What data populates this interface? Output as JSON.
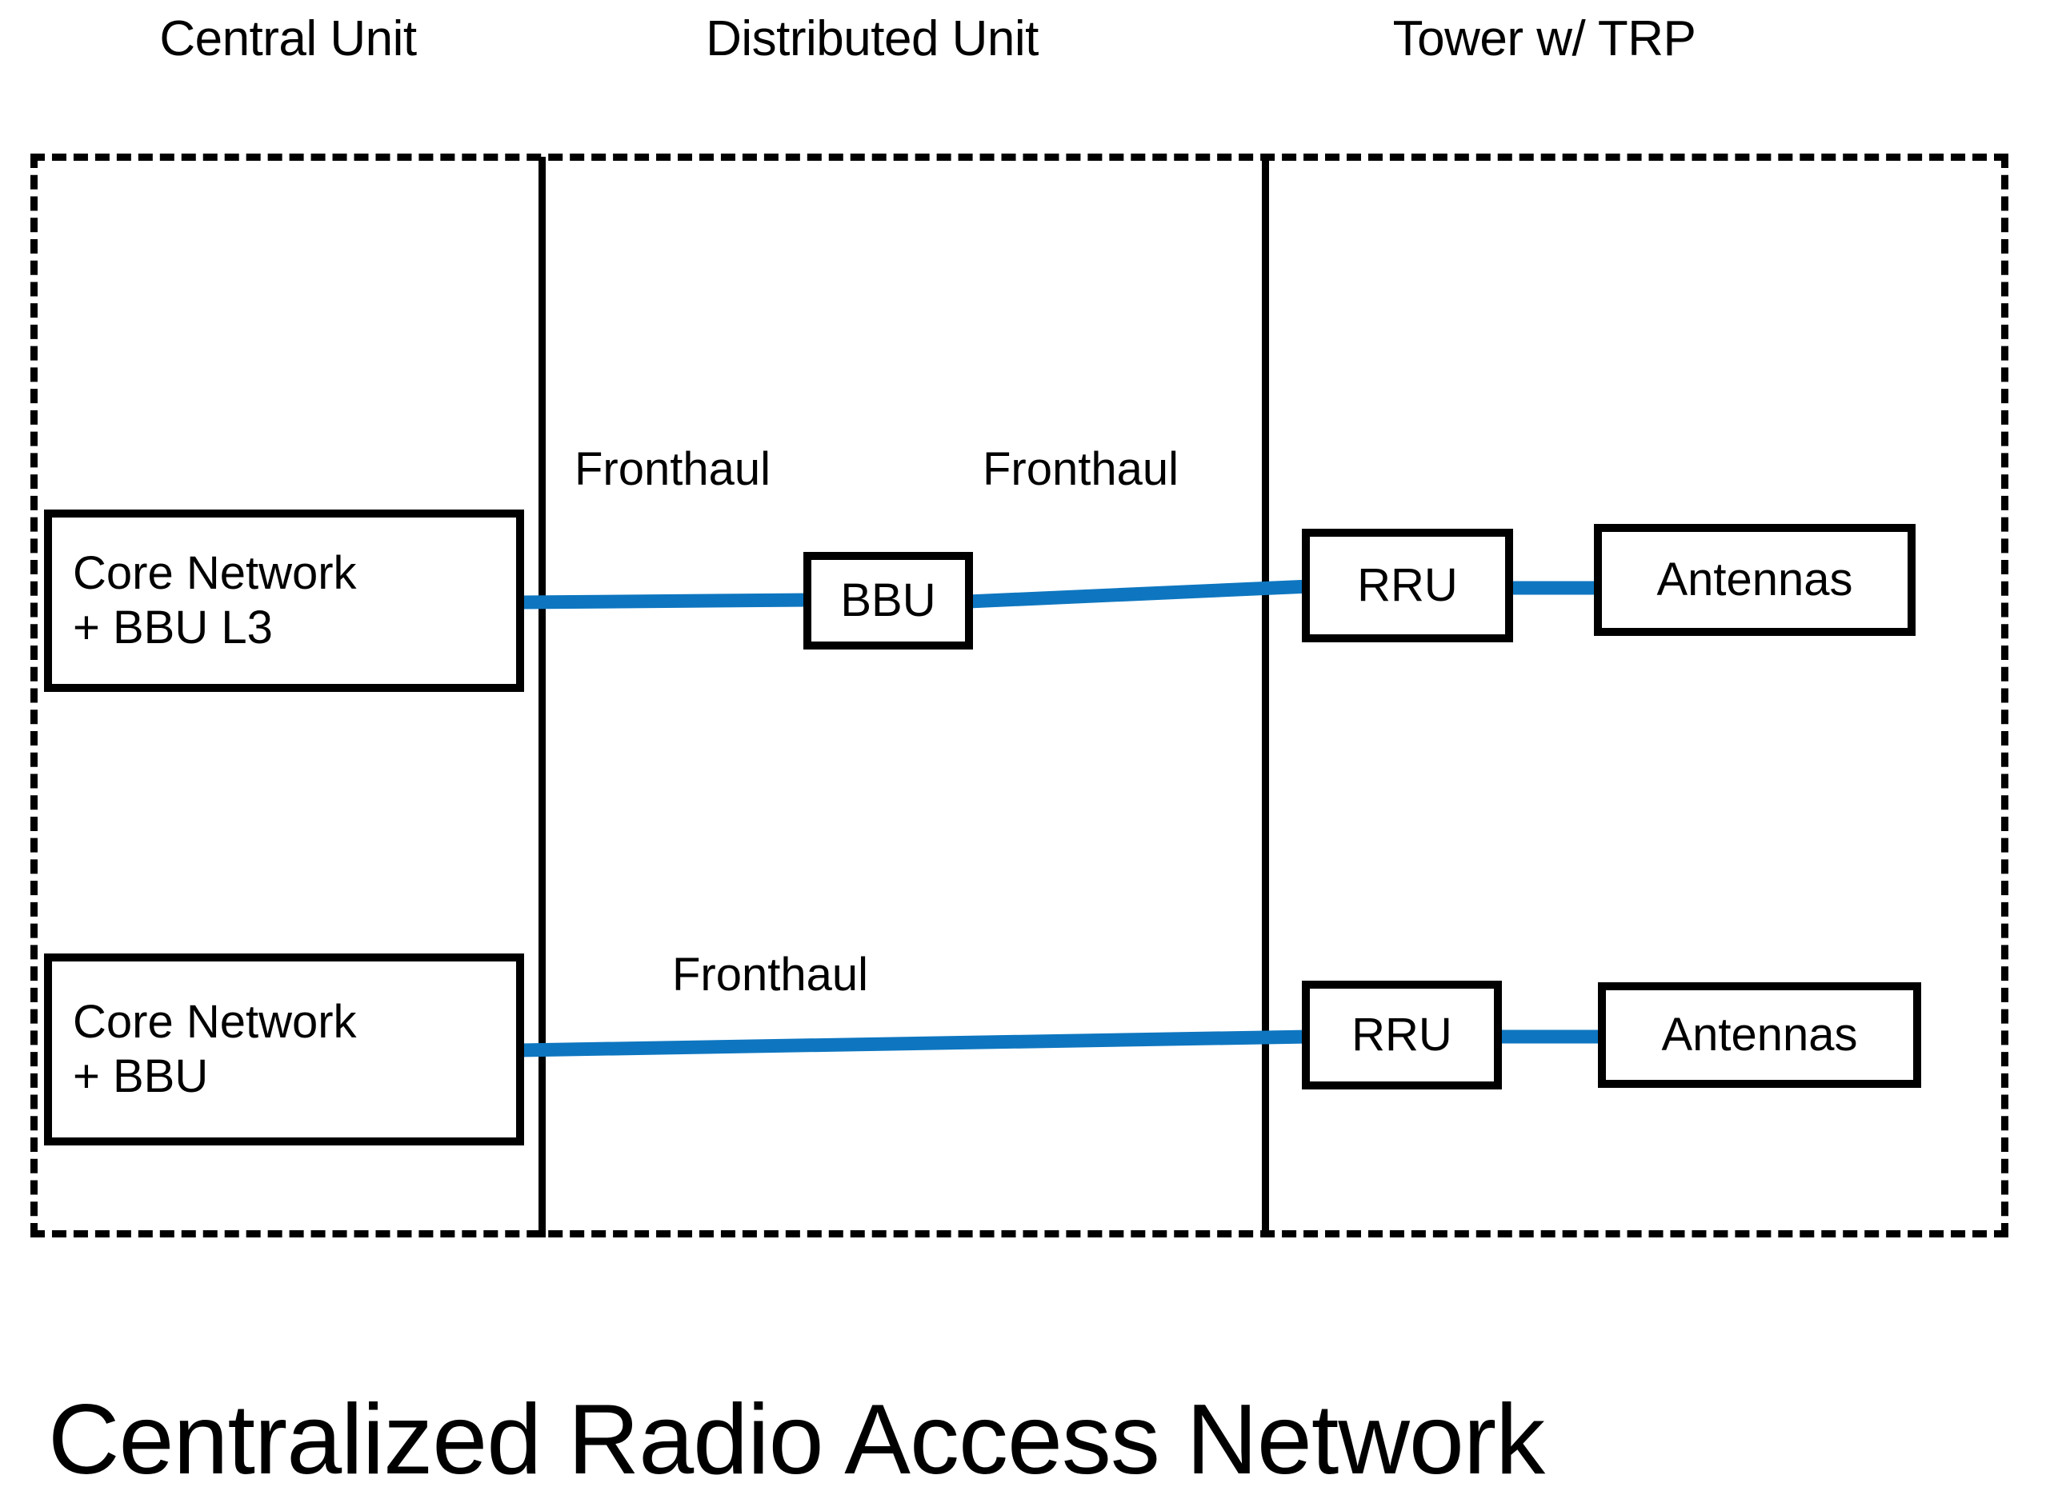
{
  "diagram": {
    "caption": "Centralized Radio Access Network",
    "colors": {
      "link_blue": "#0E76C0",
      "stroke_black": "#000000",
      "background": "#FFFFFF"
    },
    "columns": [
      {
        "id": "central-unit",
        "label": "Central Unit"
      },
      {
        "id": "distributed-unit",
        "label": "Distributed Unit"
      },
      {
        "id": "tower-trp",
        "label": "Tower w/ TRP"
      }
    ],
    "nodes": [
      {
        "id": "core-network-bbu-l3",
        "label": "Core Network\n+ BBU L3",
        "column": "central-unit",
        "row": "upper"
      },
      {
        "id": "bbu",
        "label": "BBU",
        "column": "distributed-unit",
        "row": "upper"
      },
      {
        "id": "rru-upper",
        "label": "RRU",
        "column": "tower-trp",
        "row": "upper"
      },
      {
        "id": "antennas-upper",
        "label": "Antennas",
        "column": "tower-trp",
        "row": "upper"
      },
      {
        "id": "core-network-bbu",
        "label": "Core Network\n+ BBU",
        "column": "central-unit",
        "row": "lower"
      },
      {
        "id": "rru-lower",
        "label": "RRU",
        "column": "tower-trp",
        "row": "lower"
      },
      {
        "id": "antennas-lower",
        "label": "Antennas",
        "column": "tower-trp",
        "row": "lower"
      }
    ],
    "link_labels": [
      {
        "id": "fronthaul-cu-to-bbu",
        "label": "Fronthaul"
      },
      {
        "id": "fronthaul-bbu-to-rru",
        "label": "Fronthaul"
      },
      {
        "id": "fronthaul-cu-to-rru",
        "label": "Fronthaul"
      }
    ],
    "links": [
      {
        "from": "core-network-bbu-l3",
        "to": "bbu",
        "label": "Fronthaul"
      },
      {
        "from": "bbu",
        "to": "rru-upper",
        "label": "Fronthaul"
      },
      {
        "from": "rru-upper",
        "to": "antennas-upper",
        "label": ""
      },
      {
        "from": "core-network-bbu",
        "to": "rru-lower",
        "label": "Fronthaul"
      },
      {
        "from": "rru-lower",
        "to": "antennas-lower",
        "label": ""
      }
    ]
  }
}
